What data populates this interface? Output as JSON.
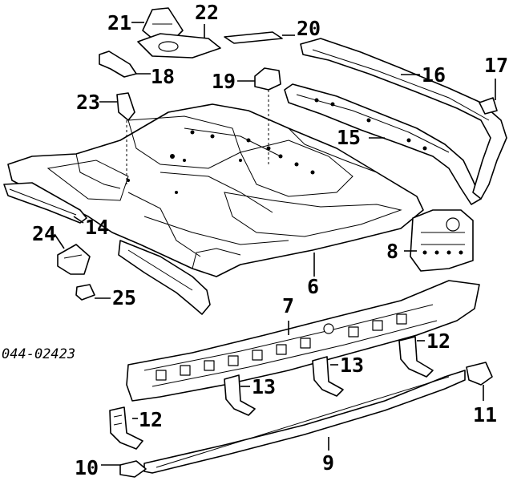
{
  "callouts": {
    "c6": "6",
    "c7": "7",
    "c8": "8",
    "c9": "9",
    "c10": "10",
    "c11": "11",
    "c12a": "12",
    "c12b": "12",
    "c13a": "13",
    "c13b": "13",
    "c14": "14",
    "c15": "15",
    "c16": "16",
    "c17": "17",
    "c18": "18",
    "c19": "19",
    "c20": "20",
    "c21": "21",
    "c22": "22",
    "c23": "23",
    "c24": "24",
    "c25": "25"
  },
  "reference_code": "044-02423"
}
